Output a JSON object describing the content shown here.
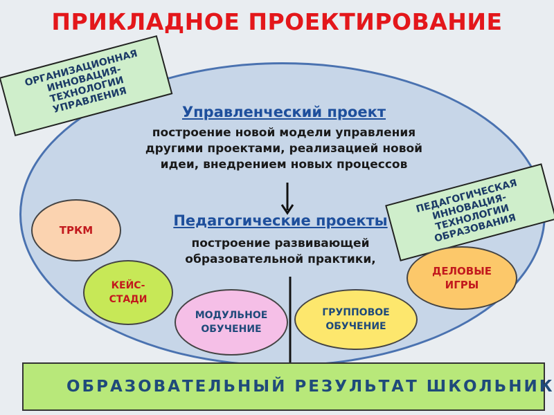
{
  "title": "ПРИКЛАДНОЕ ПРОЕКТИРОВАНИЕ",
  "tags": {
    "left": [
      "ОРГАНИЗАЦИОННАЯ",
      "ИННОВАЦИЯ- ТЕХНОЛОГИИ",
      "УПРАВЛЕНИЯ"
    ],
    "right": [
      "ПЕДАГОГИЧЕСКАЯ",
      "ИННОВАЦИЯ- ТЕХНОЛОГИИ",
      "ОБРАЗОВАНИЯ"
    ]
  },
  "management": {
    "title": "Управленческий проект",
    "lines": [
      "построение новой модели управления",
      "другими проектами, реализацией новой",
      "идеи, внедрением новых процессов"
    ]
  },
  "pedagogical": {
    "title": "Педагогические проекты",
    "lines": [
      "построение развивающей",
      "образовательной практики,"
    ]
  },
  "bubbles": {
    "trkm": "ТРКМ",
    "case": [
      "КЕЙС-",
      "СТАДИ"
    ],
    "modular": [
      "МОДУЛЬНОЕ",
      "ОБУЧЕНИЕ"
    ],
    "group": [
      "ГРУППОВОЕ",
      "ОБУЧЕНИЕ"
    ],
    "games": [
      "ДЕЛОВЫЕ",
      "ИГРЫ"
    ]
  },
  "result": "ОБРАЗОВАТЕЛЬНЫЙ РЕЗУЛЬТАТ ШКОЛЬНИКА",
  "colors": {
    "title": "#e3171b",
    "ellipse": "#c7d6e8",
    "tag": "#cfeecb",
    "bottom": "#b8e87a",
    "trkm": "#fbd3b0",
    "case": "#c7e857",
    "modular": "#f5bfe7",
    "group": "#fde76d",
    "games": "#fcc86a"
  }
}
